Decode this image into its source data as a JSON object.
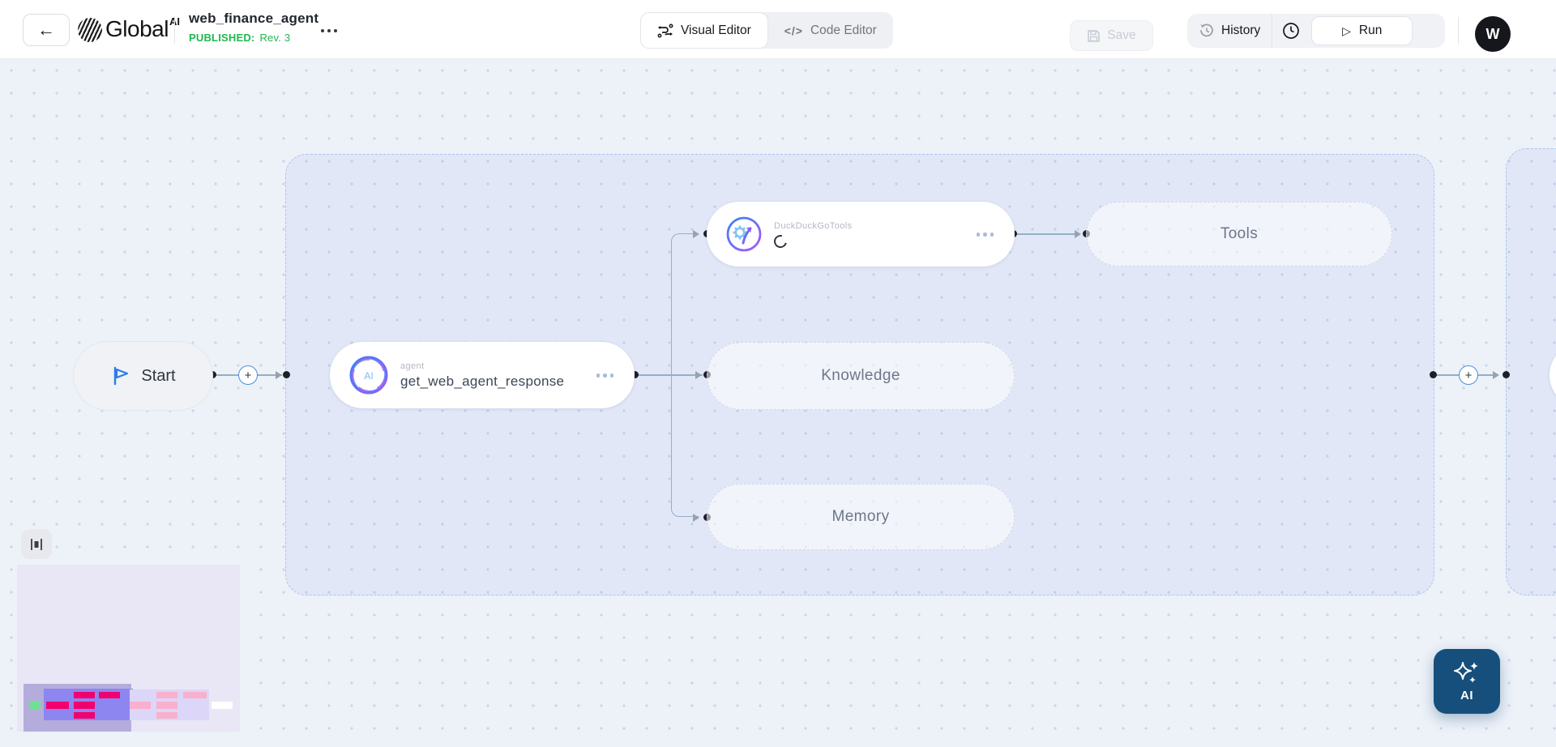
{
  "header": {
    "brand": {
      "name": "Global",
      "superscript": "AI"
    },
    "title": "web_finance_agent",
    "status": {
      "label": "PUBLISHED:",
      "revision": "Rev. 3"
    },
    "tabs": {
      "visual": {
        "label": "Visual Editor",
        "active": true
      },
      "code": {
        "label": "Code Editor",
        "active": false,
        "icon_glyph": "</>"
      }
    },
    "save_label": "Save",
    "history_label": "History",
    "run_label": "Run",
    "avatar_initial": "W",
    "icons": {
      "back": "←",
      "run_play": "▷"
    }
  },
  "canvas": {
    "start_node": {
      "label": "Start"
    },
    "agent_node": {
      "type_label": "agent",
      "name": "get_web_agent_response",
      "icon": "ai-swirl-icon"
    },
    "tool_node": {
      "name": "DuckDuckGoTools",
      "status": "loading-spinner",
      "icon": "gear-arrow-icon"
    },
    "placeholder_nodes": {
      "tools": "Tools",
      "knowledge": "Knowledge",
      "memory": "Memory"
    }
  },
  "fab": {
    "label": "AI"
  },
  "colors": {
    "published_green": "#1fb84f",
    "accent_blue": "#4a90d9",
    "edge_line": "#93b0c6",
    "group_border": "#a9c8ea",
    "fab_bg": "#174f7c",
    "minimap_viewport": "#b4addc",
    "minimap_group_active": "#8d85f0",
    "minimap_group_inactive": "#dcd6f8",
    "minimap_node_active": "#f1006e",
    "minimap_node_inactive": "#f8b0cd",
    "minimap_start": "#6fdf97",
    "minimap_node_plain": "#ffffff"
  }
}
